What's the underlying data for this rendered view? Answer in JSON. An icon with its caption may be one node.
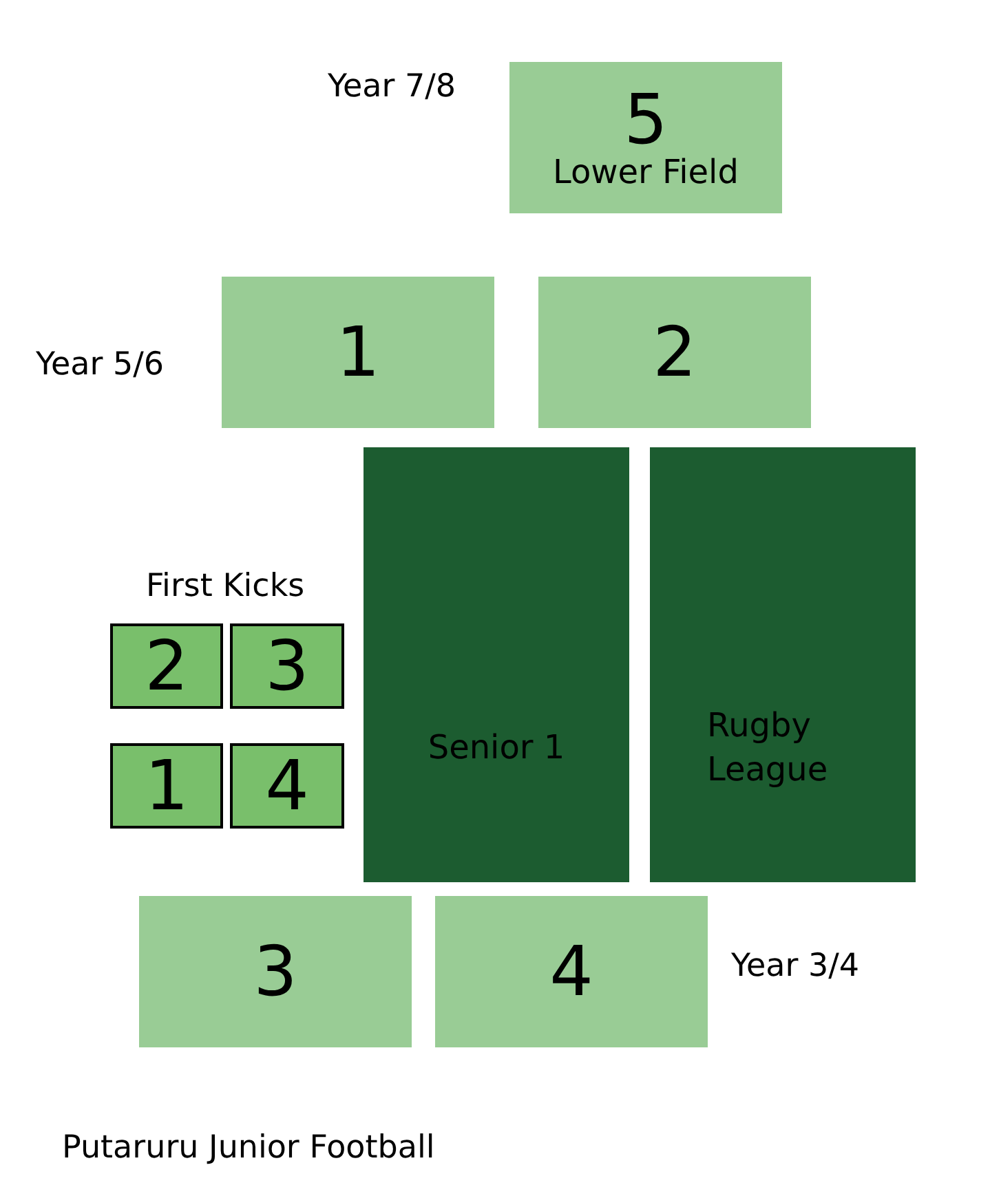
{
  "diagram": {
    "caption": "Putaruru Junior Football",
    "nodes": [
      {
        "text": [
          "5",
          "Lower Field"
        ]
      },
      {
        "text": [
          "1"
        ]
      },
      {
        "text": [
          "2"
        ]
      },
      {
        "text": [
          "Senior 1"
        ]
      },
      {
        "text": [
          "Rugby League"
        ]
      },
      {
        "text": [
          "2"
        ]
      },
      {
        "text": [
          "3"
        ]
      },
      {
        "text": [
          "1"
        ]
      },
      {
        "text": [
          "4"
        ]
      },
      {
        "text": [
          "3"
        ]
      },
      {
        "text": [
          "4"
        ]
      }
    ],
    "labels": [
      "Year 7/8",
      "Year 5/6",
      "First Kicks",
      "Year 3/4"
    ]
  }
}
